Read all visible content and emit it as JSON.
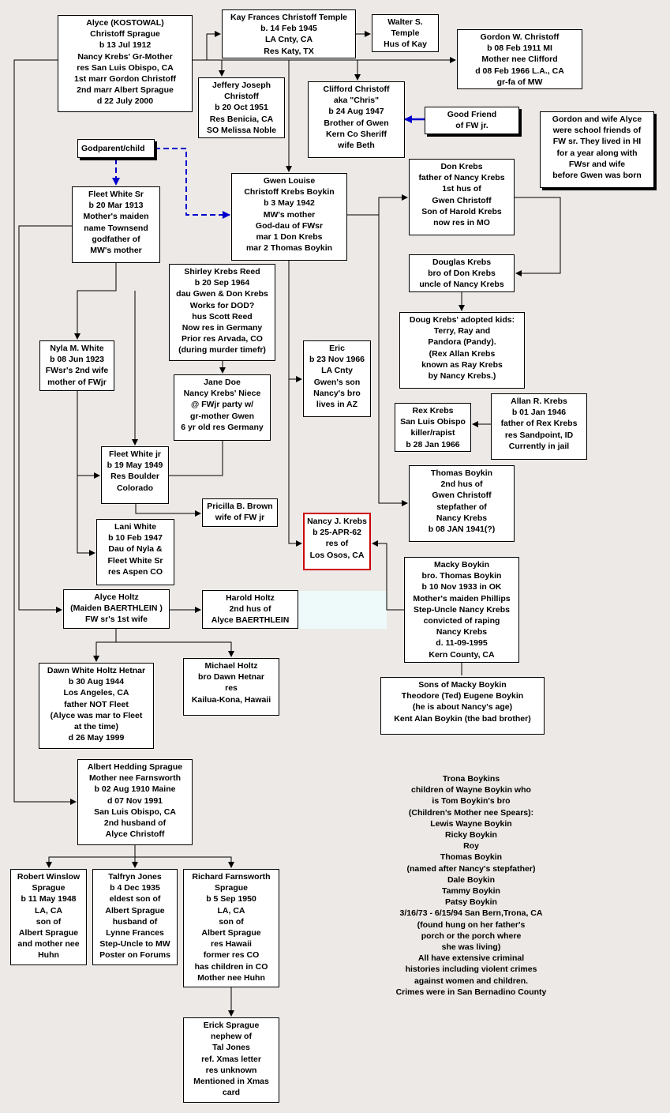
{
  "colors": {
    "background": "#ece9e6",
    "box_fill": "#ffffff",
    "line": "#000000",
    "godparent_link": "#0000cc",
    "highlight_border": "#cc0000"
  },
  "nodes": {
    "alyce_kostowal": [
      "Alyce (KOSTOWAL)",
      "Christoff Sprague",
      "b 13 Jul 1912",
      "Nancy Krebs' Gr-Mother",
      "res San Luis Obispo, CA",
      "1st marr Gordon Christoff",
      "2nd marr Albert Sprague",
      "d 22 July 2000"
    ],
    "kay_frances": [
      "Kay Frances Christoff Temple",
      "b. 14 Feb 1945",
      "LA Cnty, CA",
      "Res Katy, TX"
    ],
    "walter_temple": [
      "Walter S.",
      "Temple",
      "Hus of Kay"
    ],
    "gordon_christoff": [
      "Gordon W. Christoff",
      "b 08 Feb 1911 MI",
      "Mother nee Clifford",
      "d 08 Feb 1966 L.A., CA",
      "gr-fa of MW"
    ],
    "jeffery_joseph": [
      "Jeffery Joseph",
      "Christoff",
      "b 20 Oct 1951",
      "Res Benicia, CA",
      "SO Melissa Noble"
    ],
    "clifford_christoff": [
      "Clifford Christoff",
      "aka \"Chris\"",
      "b 24 Aug 1947",
      "Brother of Gwen",
      "Kern Co Sheriff",
      "wife Beth"
    ],
    "good_friend": [
      "Good Friend",
      "of FW jr."
    ],
    "school_note": [
      "Gordon and wife Alyce",
      "were school friends of",
      "FW sr.  They lived in HI",
      "for a year along with",
      "FWsr and wife",
      "before Gwen was born"
    ],
    "godparent_legend": [
      "Godparent/child"
    ],
    "fleet_white_sr": [
      "Fleet White Sr",
      "b 20 Mar 1913",
      "Mother's maiden",
      "name Townsend",
      "godfather of",
      "MW's mother"
    ],
    "gwen_louise": [
      "Gwen Louise",
      "Christoff Krebs Boykin",
      "b 3 May 1942",
      "MW's mother",
      "God-dau of FWsr",
      "mar 1 Don Krebs",
      "mar 2 Thomas Boykin"
    ],
    "don_krebs": [
      "Don Krebs",
      "father of Nancy Krebs",
      "1st hus of",
      "Gwen Christoff",
      "Son of Harold Krebs",
      "now res in MO"
    ],
    "douglas_krebs": [
      "Douglas Krebs",
      "bro of Don Krebs",
      "uncle of Nancy Krebs"
    ],
    "doug_kids": [
      "Doug Krebs' adopted kids:",
      "Terry, Ray and",
      "Pandora (Pandy).",
      "(Rex Allan Krebs",
      "known as Ray Krebs",
      "by Nancy Krebs.)"
    ],
    "shirley_krebs": [
      "Shirley Krebs Reed",
      "b 20 Sep 1964",
      "dau Gwen & Don Krebs",
      "Works for DOD?",
      "hus Scott Reed",
      "Now res in Germany",
      "Prior res Arvada, CO",
      "(during murder timefr)"
    ],
    "nyla_white": [
      "Nyla M. White",
      "b 08 Jun 1923",
      "FWsr's 2nd wife",
      "mother of FWjr"
    ],
    "eric": [
      "Eric",
      "b 23 Nov 1966",
      "LA Cnty",
      "Gwen's son",
      "Nancy's bro",
      "lives in AZ"
    ],
    "jane_doe": [
      "Jane Doe",
      "Nancy Krebs' Niece",
      "@ FWjr party w/",
      "gr-mother Gwen",
      "6 yr old res Germany"
    ],
    "rex_krebs": [
      "Rex Krebs",
      "San Luis Obispo",
      "killer/rapist",
      "b 28 Jan 1966"
    ],
    "allan_krebs": [
      "Allan R. Krebs",
      "b 01 Jan 1946",
      "father of Rex Krebs",
      "res Sandpoint, ID",
      "Currently in jail"
    ],
    "fleet_white_jr": [
      "Fleet White jr",
      "b 19 May 1949",
      "Res Boulder",
      "Colorado"
    ],
    "thomas_boykin": [
      "Thomas Boykin",
      "2nd hus of",
      "Gwen Christoff",
      "stepfather of",
      "Nancy Krebs",
      "b 08 JAN 1941(?)"
    ],
    "pricilla_brown": [
      "Pricilla B. Brown",
      "wife of FW jr"
    ],
    "nancy_krebs": [
      "Nancy J. Krebs",
      "b 25-APR-62",
      "res of",
      "Los Osos, CA"
    ],
    "lani_white": [
      "Lani White",
      "b 10 Feb 1947",
      "Dau of Nyla &",
      "Fleet White Sr",
      "res Aspen CO"
    ],
    "macky_boykin": [
      "Macky Boykin",
      "bro. Thomas Boykin",
      "b 10 Nov 1933 in OK",
      "Mother's maiden Phillips",
      "Step-Uncle Nancy Krebs",
      "convicted of raping",
      "Nancy Krebs",
      "d. 11-09-1995",
      "Kern County, CA"
    ],
    "alyce_holtz": [
      "Alyce Holtz",
      "(Maiden BAERTHLEIN )",
      "FW sr's 1st wife"
    ],
    "harold_holtz": [
      "Harold Holtz",
      "2nd hus of",
      "Alyce BAERTHLEIN"
    ],
    "dawn_white": [
      "Dawn White Holtz Hetnar",
      "b 30 Aug 1944",
      "Los Angeles, CA",
      "father NOT Fleet",
      "(Alyce was mar to Fleet",
      "at the time)",
      "d 26 May 1999"
    ],
    "michael_holtz": [
      "Michael Holtz",
      "bro Dawn Hetnar",
      "res",
      "Kailua-Kona, Hawaii"
    ],
    "sons_macky": [
      "Sons of Macky Boykin",
      "Theodore (Ted) Eugene Boykin",
      "(he is about Nancy's age)",
      "Kent Alan Boykin (the bad brother)"
    ],
    "albert_sprague": [
      "Albert Hedding Sprague",
      "Mother nee Farnsworth",
      "b 02 Aug 1910 Maine",
      "d 07 Nov 1991",
      "San Luis Obispo, CA",
      "2nd husband of",
      "Alyce Christoff"
    ],
    "trona_note": [
      "Trona Boykins",
      "children of Wayne Boykin who",
      "is Tom Boykin's bro",
      "(Children's Mother nee Spears):",
      "Lewis Wayne Boykin",
      "Ricky Boykin",
      "Roy",
      "Thomas Boykin",
      "(named after Nancy's stepfather)",
      "Dale Boykin",
      "Tammy Boykin",
      "Patsy Boykin",
      "3/16/73 - 6/15/94 San Bern,Trona, CA",
      "(found hung on her father's",
      "porch or the porch where",
      "she was living)",
      "All have extensive criminal",
      "histories including violent crimes",
      "against women and children.",
      "Crimes were in San Bernadino County"
    ],
    "robert_sprague": [
      "Robert Winslow",
      "Sprague",
      "b 11 May 1948",
      "LA, CA",
      "son of",
      "Albert Sprague",
      "and mother nee",
      "Huhn"
    ],
    "talfryn_jones": [
      "Talfryn Jones",
      "b 4 Dec 1935",
      "eldest son of",
      "Albert Sprague",
      "husband of",
      "Lynne Frances",
      "Step-Uncle to MW",
      "Poster on Forums"
    ],
    "richard_sprague": [
      "Richard Farnsworth",
      "Sprague",
      "b 5 Sep 1950",
      "LA, CA",
      "son of",
      "Albert Sprague",
      "res Hawaii",
      "former res CO",
      "has children in CO",
      "Mother nee Huhn"
    ],
    "erick_sprague": [
      "Erick Sprague",
      "nephew of",
      "Tal Jones",
      "ref. Xmas letter",
      "res unknown",
      "Mentioned in Xmas",
      "card"
    ]
  }
}
